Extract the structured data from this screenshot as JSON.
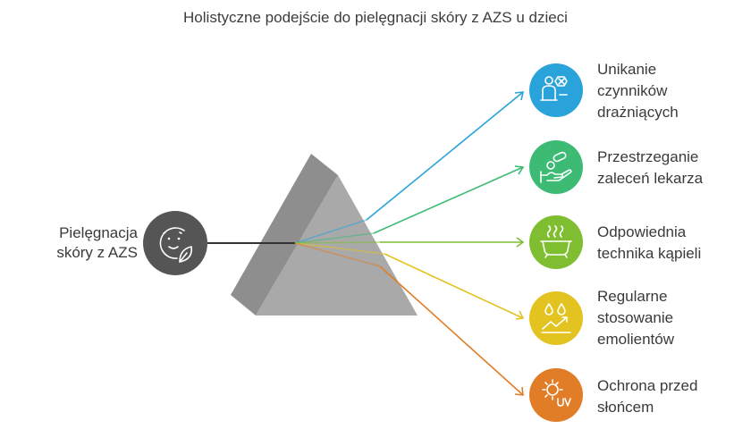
{
  "title": "Holistyczne podejście do pielęgnacji skóry z AZS u dzieci",
  "source": {
    "lines": [
      "Pielęgnacja",
      "skóry z AZS"
    ],
    "icon": "skin-care-face-leaf-icon",
    "color": "#555555"
  },
  "outputs": [
    {
      "lines": [
        "Unikanie",
        "czynników",
        "drażniących"
      ],
      "color": "#29a3d9",
      "icon": "avoid-irritants-icon"
    },
    {
      "lines": [
        "Przestrzeganie",
        "zaleceń lekarza"
      ],
      "color": "#3dbb75",
      "icon": "medication-hand-icon"
    },
    {
      "lines": [
        "Odpowiednia",
        "technika kąpieli"
      ],
      "color": "#7fbd31",
      "icon": "bathtub-icon"
    },
    {
      "lines": [
        "Regularne",
        "stosowanie",
        "emolientów"
      ],
      "color": "#e3c31f",
      "icon": "emollient-drops-icon"
    },
    {
      "lines": [
        "Ochrona przed",
        "słońcem"
      ],
      "color": "#e07d26",
      "icon": "sun-uv-icon"
    }
  ]
}
